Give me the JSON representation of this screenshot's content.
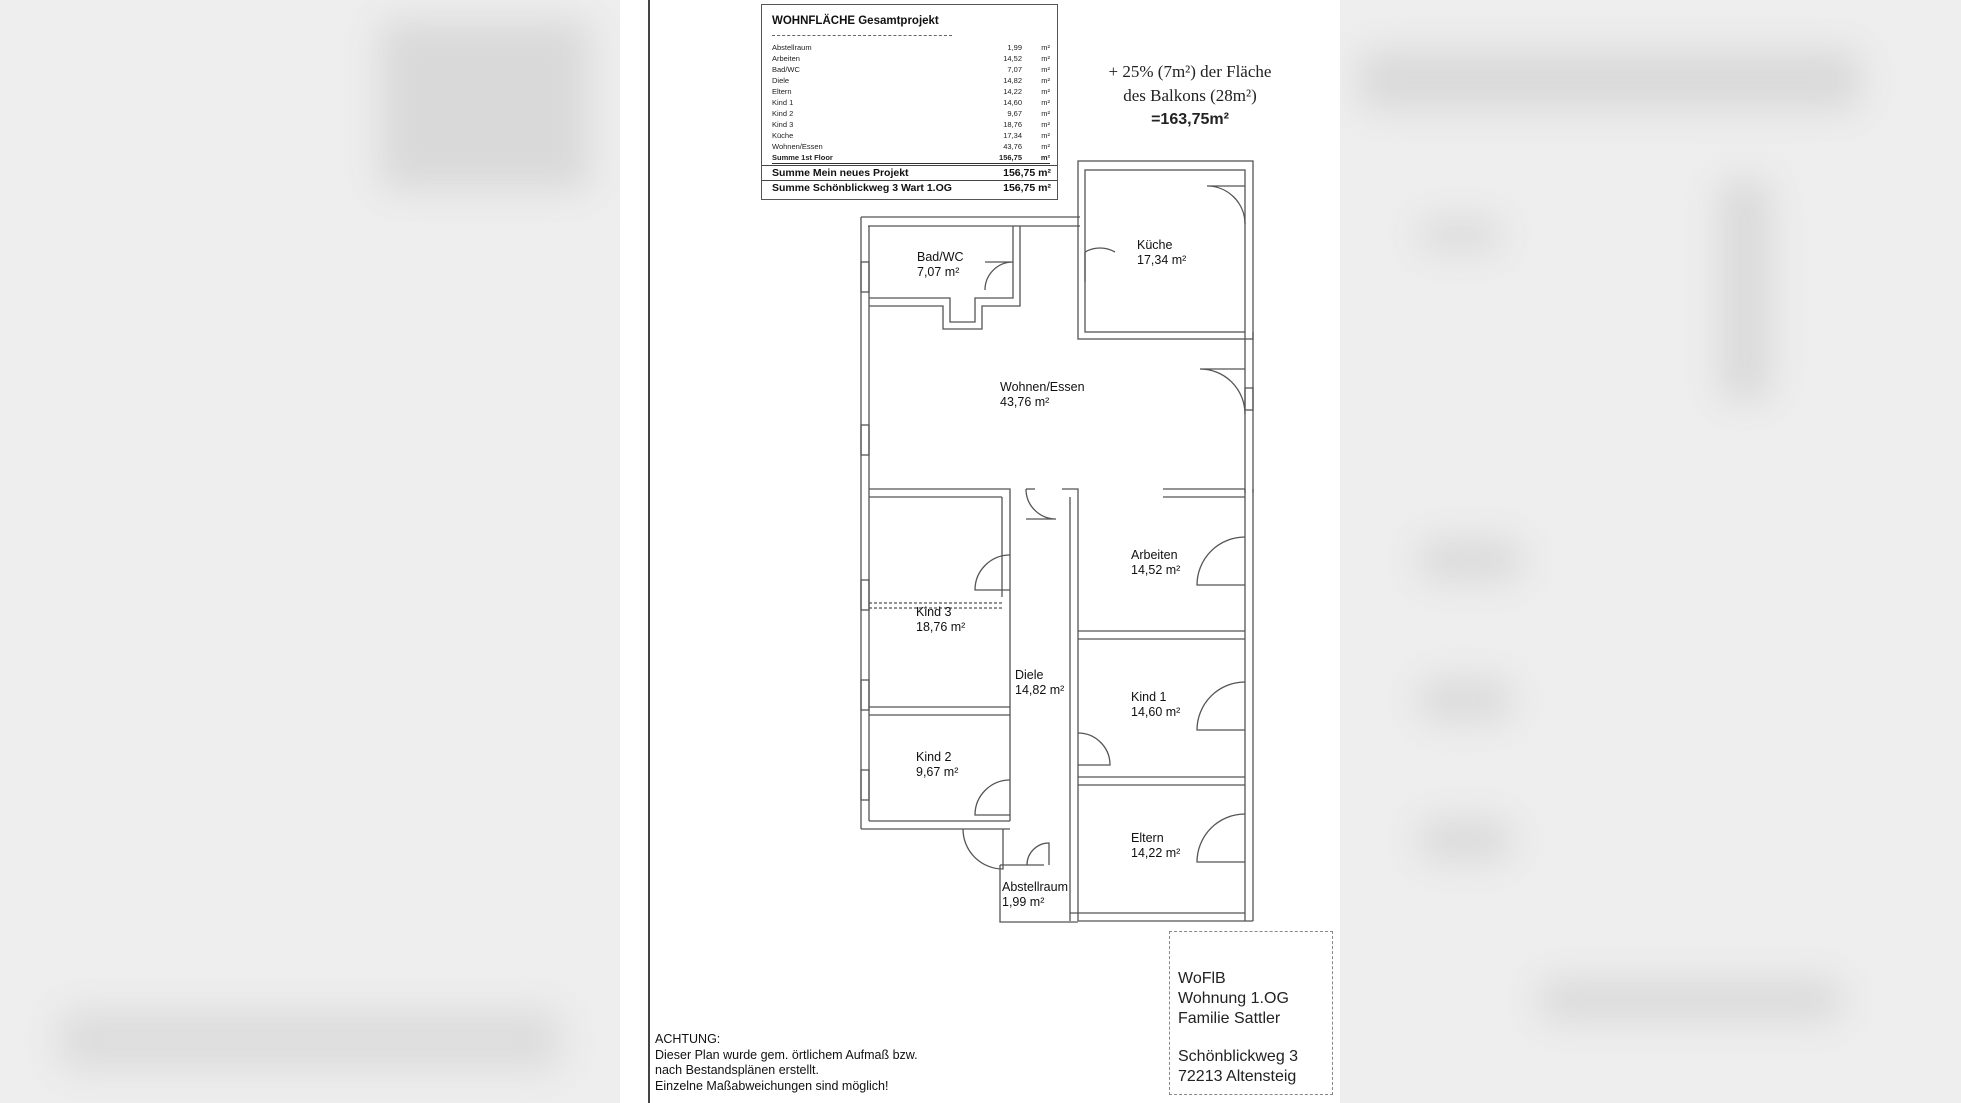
{
  "area_table": {
    "title": "WOHNFLÄCHE Gesamtprojekt",
    "rows": [
      {
        "name": "Abstellraum",
        "value": "1,99",
        "unit": "m²"
      },
      {
        "name": "Arbeiten",
        "value": "14,52",
        "unit": "m²"
      },
      {
        "name": "Bad/WC",
        "value": "7,07",
        "unit": "m²"
      },
      {
        "name": "Diele",
        "value": "14,82",
        "unit": "m²"
      },
      {
        "name": "Eltern",
        "value": "14,22",
        "unit": "m²"
      },
      {
        "name": "Kind 1",
        "value": "14,60",
        "unit": "m²"
      },
      {
        "name": "Kind 2",
        "value": "9,67",
        "unit": "m²"
      },
      {
        "name": "Kind 3",
        "value": "18,76",
        "unit": "m²"
      },
      {
        "name": "Küche",
        "value": "17,34",
        "unit": "m²"
      },
      {
        "name": "Wohnen/Essen",
        "value": "43,76",
        "unit": "m²"
      },
      {
        "name": "Summe 1st Floor",
        "value": "156,75",
        "unit": "m²"
      }
    ],
    "sum_project_label": "Summe Mein neues Projekt",
    "sum_project_value": "156,75 m²",
    "sum_address_label": "Summe Schönblickweg 3 Wart 1.OG",
    "sum_address_value": "156,75 m²"
  },
  "balcony_note": {
    "line1": "+ 25% (7m²) der Fläche",
    "line2": "des Balkons (28m²)",
    "total": "=163,75m²"
  },
  "rooms": {
    "bad": {
      "name": "Bad/WC",
      "area": "7,07 m²"
    },
    "kueche": {
      "name": "Küche",
      "area": "17,34 m²"
    },
    "wohnen": {
      "name": "Wohnen/Essen",
      "area": "43,76 m²"
    },
    "arbeiten": {
      "name": "Arbeiten",
      "area": "14,52 m²"
    },
    "kind3": {
      "name": "Kind 3",
      "area": "18,76 m²"
    },
    "diele": {
      "name": "Diele",
      "area": "14,82 m²"
    },
    "kind1": {
      "name": "Kind 1",
      "area": "14,60 m²"
    },
    "kind2": {
      "name": "Kind 2",
      "area": "9,67 m²"
    },
    "eltern": {
      "name": "Eltern",
      "area": "14,22 m²"
    },
    "abstell": {
      "name": "Abstellraum",
      "area": "1,99 m²"
    }
  },
  "notice": {
    "heading": "ACHTUNG:",
    "line1": "Dieser Plan wurde gem. örtlichem Aufmaß bzw.",
    "line2": "nach Bestandsplänen erstellt.",
    "line3": "Einzelne Maßabweichungen sind möglich!"
  },
  "stamp": {
    "line1": "WoFlB",
    "line2": "Wohnung 1.OG",
    "line3": "Familie Sattler",
    "line4": "Schönblickweg 3",
    "line5": "72213 Altensteig"
  }
}
